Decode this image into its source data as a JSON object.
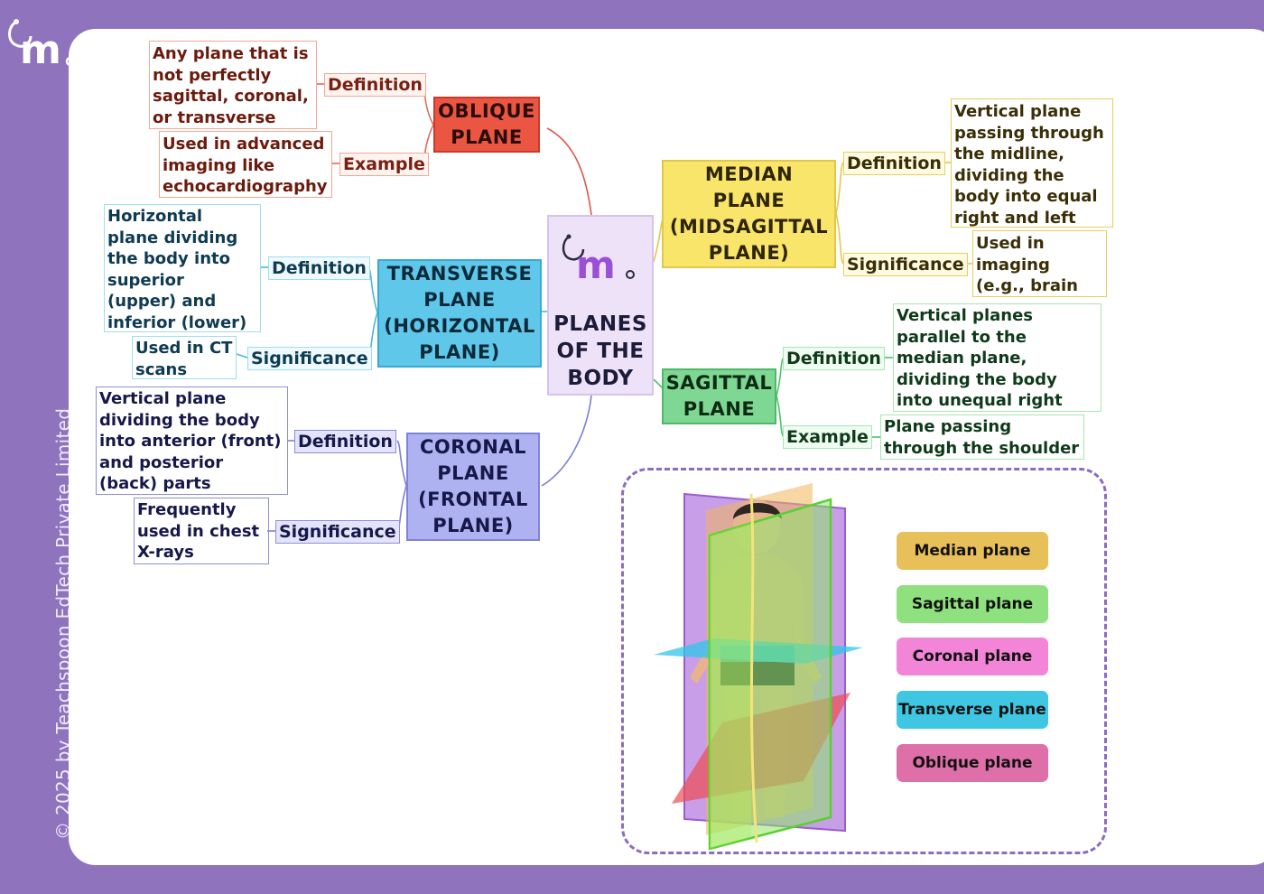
{
  "copyright": "© 2025 by Teachspoon EdTech Private Limited",
  "center": {
    "lines": [
      "PLANES",
      "OF THE",
      "BODY"
    ]
  },
  "oblique": {
    "title": [
      "OBLIQUE",
      "PLANE"
    ],
    "definition_label": "Definition",
    "definition_text": "Any plane that is not perfectly sagittal, coronal, or transverse",
    "example_label": "Example",
    "example_text": "Used in advanced imaging like echocardiography"
  },
  "transverse": {
    "title": [
      "TRANSVERSE",
      "PLANE",
      "(HORIZONTAL",
      "PLANE)"
    ],
    "definition_label": "Definition",
    "definition_text": "Horizontal plane dividing the body into superior (upper) and inferior (lower) parts",
    "significance_label": "Significance",
    "significance_text": "Used in CT scans"
  },
  "coronal": {
    "title": [
      "CORONAL",
      "PLANE",
      "(FRONTAL",
      "PLANE)"
    ],
    "definition_label": "Definition",
    "definition_text": "Vertical plane dividing the body into anterior (front) and posterior (back) parts",
    "significance_label": "Significance",
    "significance_text": "Frequently used in chest X-rays"
  },
  "median": {
    "title": [
      "MEDIAN",
      "PLANE",
      "(MIDSAGITTAL",
      "PLANE)"
    ],
    "definition_label": "Definition",
    "definition_text": "Vertical plane passing through the midline, dividing the body into equal right and left halves",
    "significance_label": "Significance",
    "significance_text": "Used in imaging (e.g., brain MRI)"
  },
  "sagittal": {
    "title": [
      "SAGITTAL",
      "PLANE"
    ],
    "definition_label": "Definition",
    "definition_text": "Vertical planes parallel to the median plane, dividing the body into unequal right and left parts",
    "example_label": "Example",
    "example_text": "Plane passing through the shoulder joint"
  },
  "legend": [
    {
      "label": "Median plane",
      "color": "#e8c05a"
    },
    {
      "label": "Sagittal plane",
      "color": "#8fe07f"
    },
    {
      "label": "Coronal plane",
      "color": "#f285d8"
    },
    {
      "label": "Transverse plane",
      "color": "#3fc6e2"
    },
    {
      "label": "Oblique plane",
      "color": "#de6fa8"
    }
  ]
}
